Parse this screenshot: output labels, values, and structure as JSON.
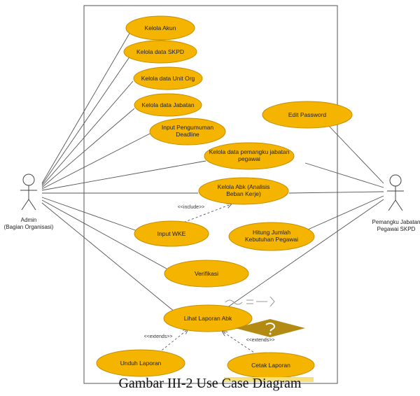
{
  "actors": {
    "admin": {
      "line1": "Admin",
      "line2": "(Bagian Organisasi)"
    },
    "pegawai": {
      "line1": "Pemangku Jabatan",
      "line2": "Pegawai SKPD"
    }
  },
  "use_cases": {
    "kelola_akun": [
      "Kelola Akun"
    ],
    "kelola_skpd": [
      "Kelola data SKPD"
    ],
    "kelola_unit": [
      "Kelola data Unit Org"
    ],
    "kelola_jabatan": [
      "Kelola data Jabatan"
    ],
    "input_pengumuman": [
      "Input Pengumuman",
      "Deadline"
    ],
    "kelola_pemangku": [
      "Kelola data pemangku jabatan",
      "pegawai"
    ],
    "kelola_abk": [
      "Kelola Abk  (Analisis",
      "Beban Kerje)"
    ],
    "edit_password": [
      "Edit Password"
    ],
    "input_wke": [
      "Input WKE"
    ],
    "hitung_jumlah": [
      "Hitung Jumlah",
      "Kebutuhan Pegawai"
    ],
    "verifikasi": [
      "Verifikasi"
    ],
    "lihat_laporan": [
      "Lihat Laporan Abk"
    ],
    "unduh_laporan": [
      "Unduh Laporan"
    ],
    "cetak_laporan": [
      "Cetak Laporan"
    ]
  },
  "stereotypes": {
    "include": "<<include>>",
    "extends_left": "<<extends>>",
    "extends_right": "<<extends>>"
  },
  "caption": "Gambar III-2 Use Case Diagram",
  "colors": {
    "use_case_fill": "#f4b400",
    "use_case_stroke": "#c58f00",
    "line": "#555555",
    "artifact": "#b38a12"
  }
}
